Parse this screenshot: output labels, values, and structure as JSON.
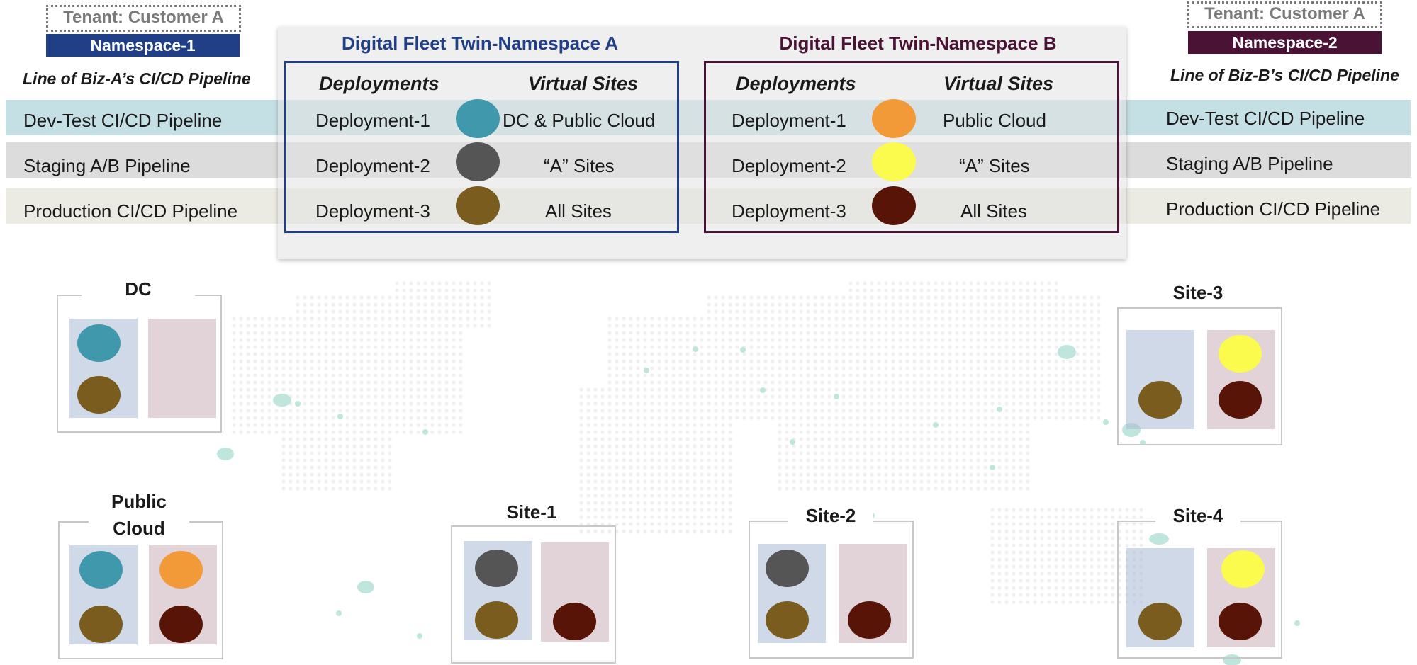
{
  "colors": {
    "ns_a": "#203f86",
    "ns_b": "#4a1336",
    "band_dev": "#c5e0e4",
    "band_staging": "#dcdcdc",
    "band_prod": "#ecebe3",
    "teal": "#3f98ab",
    "gray": "#555555",
    "olive": "#7a5c1e",
    "orange": "#f39a38",
    "yellow": "#fbfb4e",
    "maroon": "#581407"
  },
  "left": {
    "tenant": "Tenant: Customer A",
    "namespace": "Namespace-1",
    "pipeline_title": "Line of Biz-A’s CI/CD Pipeline",
    "pipelines": [
      "Dev-Test CI/CD Pipeline",
      "Staging A/B Pipeline",
      "Production CI/CD Pipeline"
    ]
  },
  "right": {
    "tenant": "Tenant: Customer A",
    "namespace": "Namespace-2",
    "pipeline_title": "Line of Biz-B’s CI/CD Pipeline",
    "pipelines": [
      "Dev-Test CI/CD Pipeline",
      "Staging A/B Pipeline",
      "Production CI/CD Pipeline"
    ]
  },
  "twin_a": {
    "title": "Digital Fleet Twin-Namespace A",
    "col_deployments": "Deployments",
    "col_sites": "Virtual Sites",
    "rows": [
      {
        "deployment": "Deployment-1",
        "sites": "DC & Public Cloud",
        "color": "teal"
      },
      {
        "deployment": "Deployment-2",
        "sites": "“A” Sites",
        "color": "gray"
      },
      {
        "deployment": "Deployment-3",
        "sites": "All  Sites",
        "color": "olive"
      }
    ]
  },
  "twin_b": {
    "title": "Digital Fleet Twin-Namespace B",
    "col_deployments": "Deployments",
    "col_sites": "Virtual Sites",
    "rows": [
      {
        "deployment": "Deployment-1",
        "sites": "Public Cloud",
        "color": "orange"
      },
      {
        "deployment": "Deployment-2",
        "sites": "“A” Sites",
        "color": "yellow"
      },
      {
        "deployment": "Deployment-3",
        "sites": "All  Sites",
        "color": "maroon"
      }
    ]
  },
  "sites": {
    "dc": {
      "title": "DC",
      "ns_a": [
        "teal",
        "olive"
      ],
      "ns_b": []
    },
    "public_cloud": {
      "title_line1": "Public",
      "title_line2": "Cloud",
      "ns_a": [
        "teal",
        "olive"
      ],
      "ns_b": [
        "orange",
        "maroon"
      ]
    },
    "site1": {
      "title": "Site-1",
      "ns_a": [
        "gray",
        "olive"
      ],
      "ns_b": [
        "maroon"
      ]
    },
    "site2": {
      "title": "Site-2",
      "ns_a": [
        "gray",
        "olive"
      ],
      "ns_b": [
        "maroon"
      ]
    },
    "site3": {
      "title": "Site-3",
      "ns_a": [
        "olive"
      ],
      "ns_b": [
        "yellow",
        "maroon"
      ]
    },
    "site4": {
      "title": "Site-4",
      "ns_a": [
        "olive"
      ],
      "ns_b": [
        "yellow",
        "maroon"
      ]
    }
  }
}
